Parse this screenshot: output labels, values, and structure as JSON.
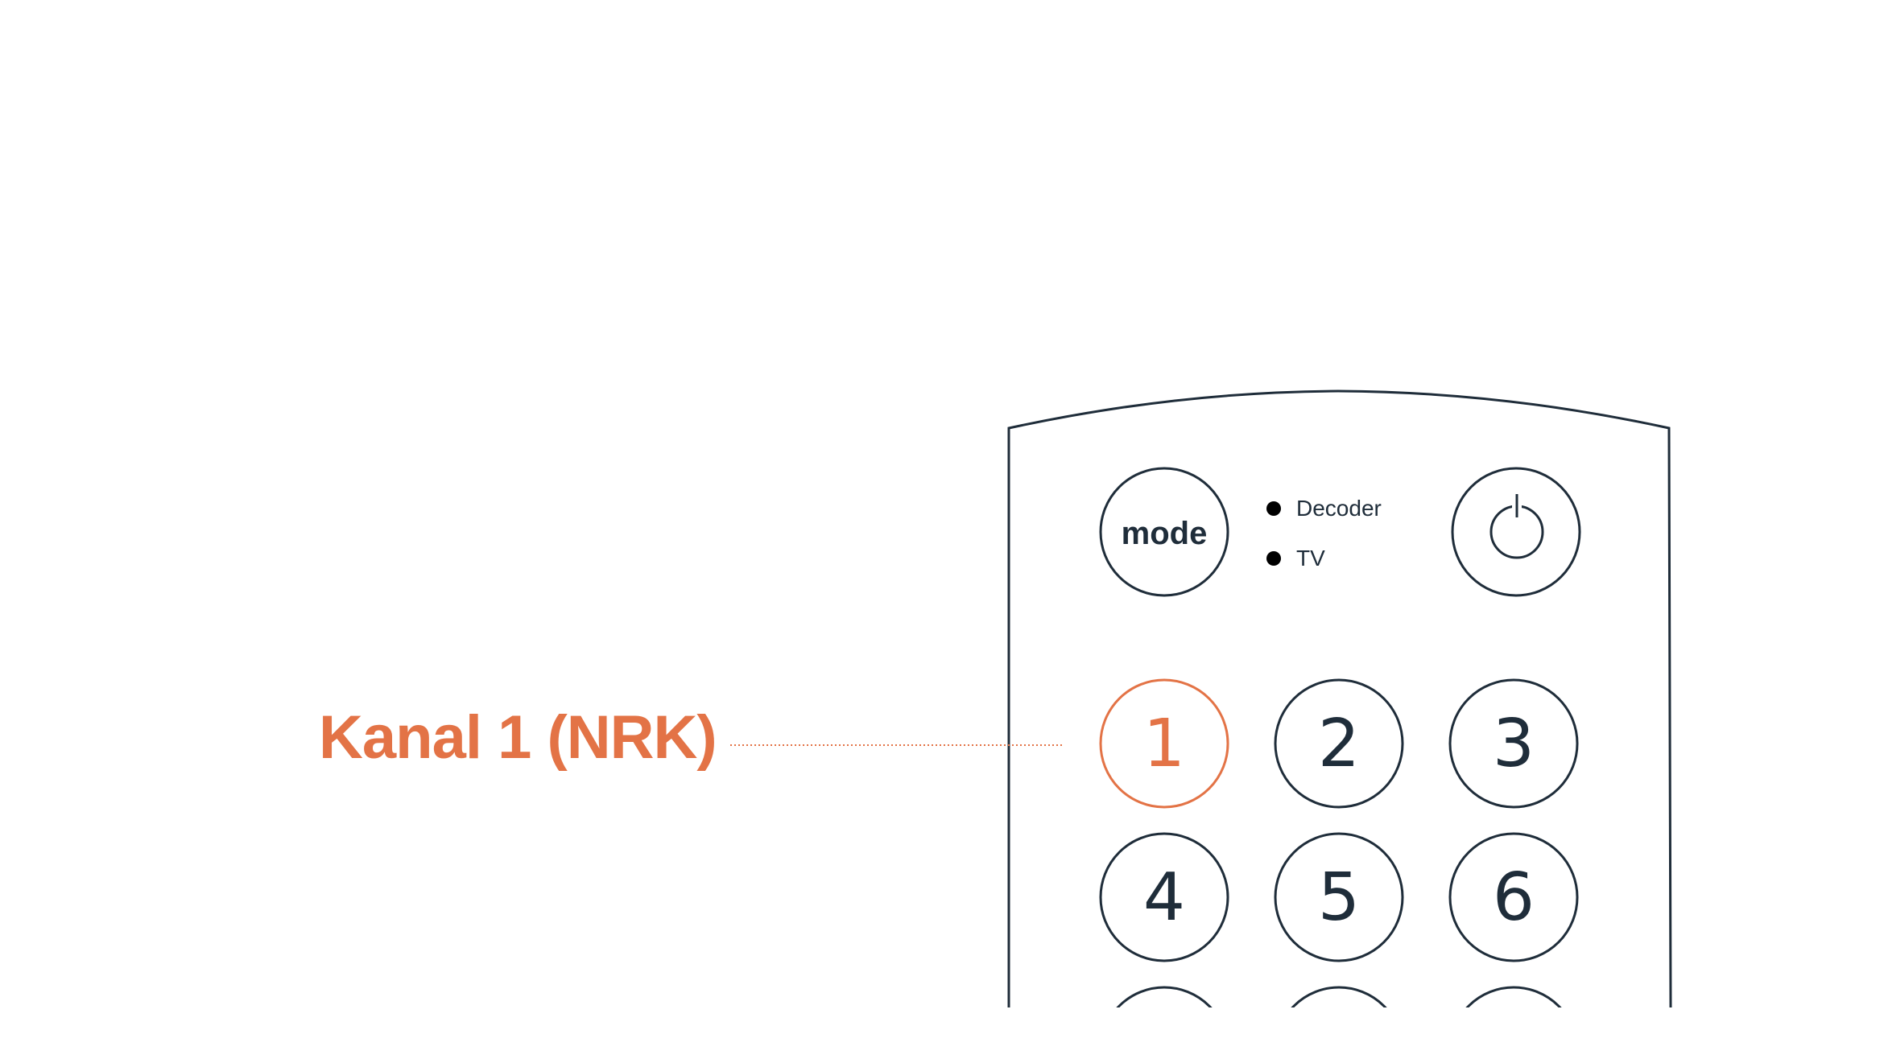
{
  "colors": {
    "background": "#ffffff",
    "outline": "#1f2d3a",
    "highlight": "#e37346",
    "indicator_dot": "#000000"
  },
  "callout": {
    "label": "Kanal 1 (NRK)",
    "target": "button-1",
    "color": "#e37346"
  },
  "remote": {
    "mode_button": {
      "label": "mode"
    },
    "mode_indicators": [
      {
        "label": "Decoder"
      },
      {
        "label": "TV"
      }
    ],
    "power_button": {
      "icon": "power-icon"
    },
    "number_buttons": [
      {
        "label": "1",
        "highlighted": true
      },
      {
        "label": "2",
        "highlighted": false
      },
      {
        "label": "3",
        "highlighted": false
      },
      {
        "label": "4",
        "highlighted": false
      },
      {
        "label": "5",
        "highlighted": false
      },
      {
        "label": "6",
        "highlighted": false
      }
    ]
  }
}
